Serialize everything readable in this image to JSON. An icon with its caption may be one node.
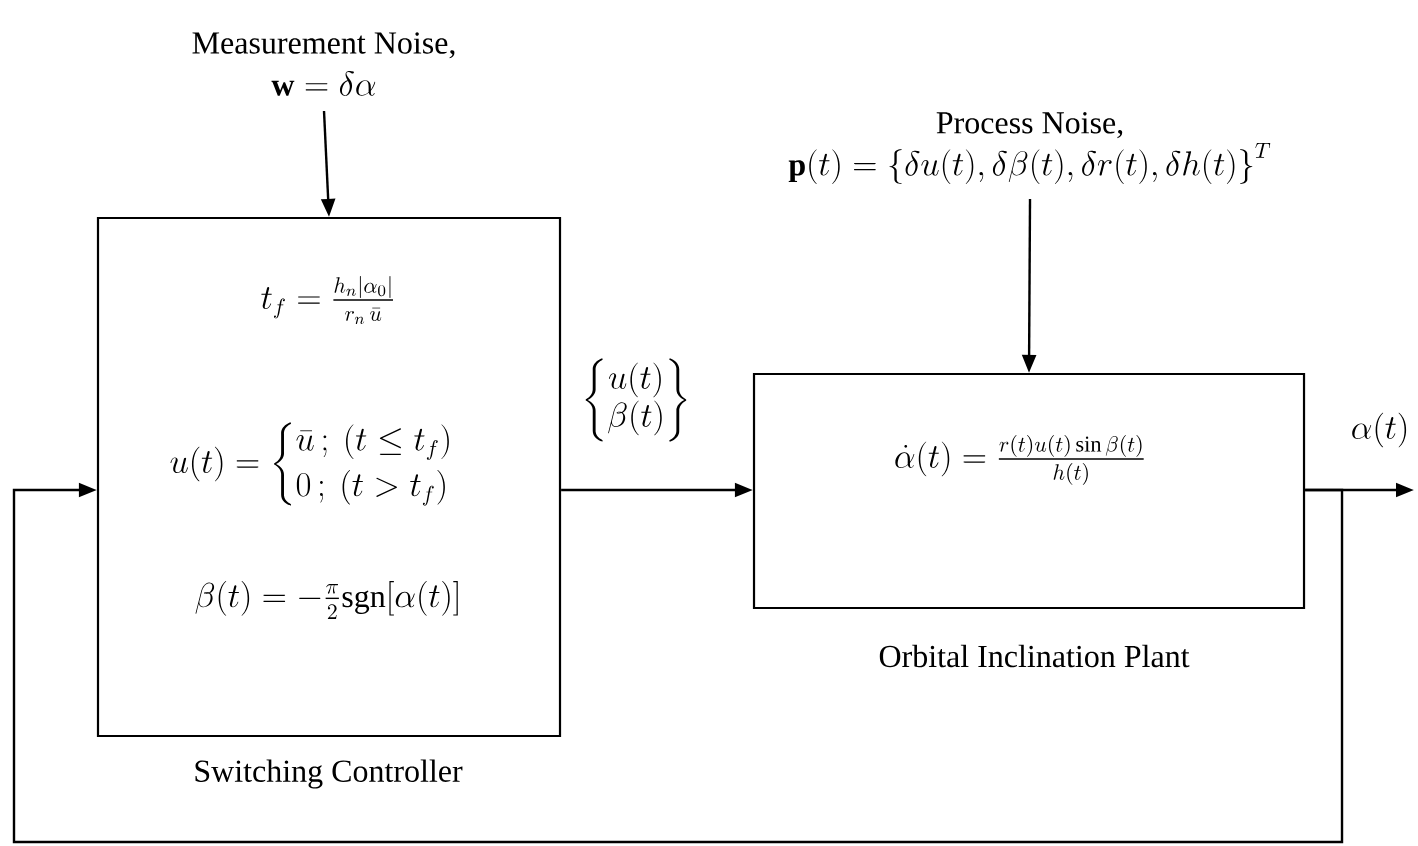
{
  "diagram": {
    "nodes": [
      {
        "text": [
          "t_f = \\frac{h_n|\\alpha_0|}{r_n\\,\\bar{u}}",
          "u(t) = \\begin{cases}\\bar{u}\\,;\\ (t\\le t_f)\\\\ 0\\,;\\ (t>t_f)\\end{cases}",
          "\\beta(t) = -\\frac{\\pi}{2}\\mathrm{sgn}[\\alpha(t)]",
          "Switching Controller"
        ]
      },
      {
        "text": [
          "\\dot{\\alpha}(t) = \\frac{r(t)u(t)\\sin\\beta(t)}{h(t)}",
          "Orbital Inclination Plant"
        ]
      },
      {
        "text": [
          "Measurement Noise,",
          "\\mathbf{w} = \\delta\\alpha"
        ]
      },
      {
        "text": [
          "Process Noise,",
          "\\mathbf{p}(t) = \\left\\{\\delta u(t), \\delta\\beta(t), \\delta r(t), \\delta h(t)\\right\\}^T"
        ]
      }
    ],
    "edges": [
      {
        "from": 2,
        "to": 0,
        "arrow": "to"
      },
      {
        "from": 3,
        "to": 1,
        "arrow": "to"
      },
      {
        "from": 0,
        "to": 1,
        "arrow": "to",
        "label": "\\begin{Bmatrix}u(t)\\\\ \\beta(t)\\end{Bmatrix}"
      },
      {
        "from": 1,
        "to": null,
        "arrow": "to",
        "label": "\\alpha(t)"
      },
      {
        "from": 1,
        "to": 0,
        "arrow": "to"
      }
    ]
  }
}
